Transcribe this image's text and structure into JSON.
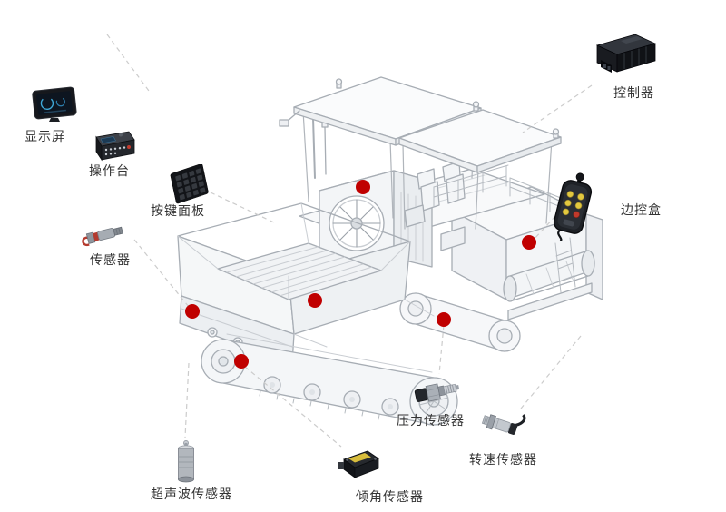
{
  "diagram": {
    "callouts": [
      {
        "id": "display",
        "label": "显示屏"
      },
      {
        "id": "console",
        "label": "操作台"
      },
      {
        "id": "keypad-panel",
        "label": "按键面板"
      },
      {
        "id": "sensor",
        "label": "传感器"
      },
      {
        "id": "controller",
        "label": "控制器"
      },
      {
        "id": "side-control-box",
        "label": "边控盒"
      },
      {
        "id": "pressure-sensor",
        "label": "压力传感器"
      },
      {
        "id": "speed-sensor",
        "label": "转速传感器"
      },
      {
        "id": "ultrasonic-sensor",
        "label": "超声波传感器"
      },
      {
        "id": "tilt-sensor",
        "label": "倾角传感器"
      }
    ],
    "colors": {
      "marker": "#c00000",
      "leader_line": "#cccccc",
      "label_text": "#333333",
      "machine_line": "#a7adb4"
    }
  }
}
